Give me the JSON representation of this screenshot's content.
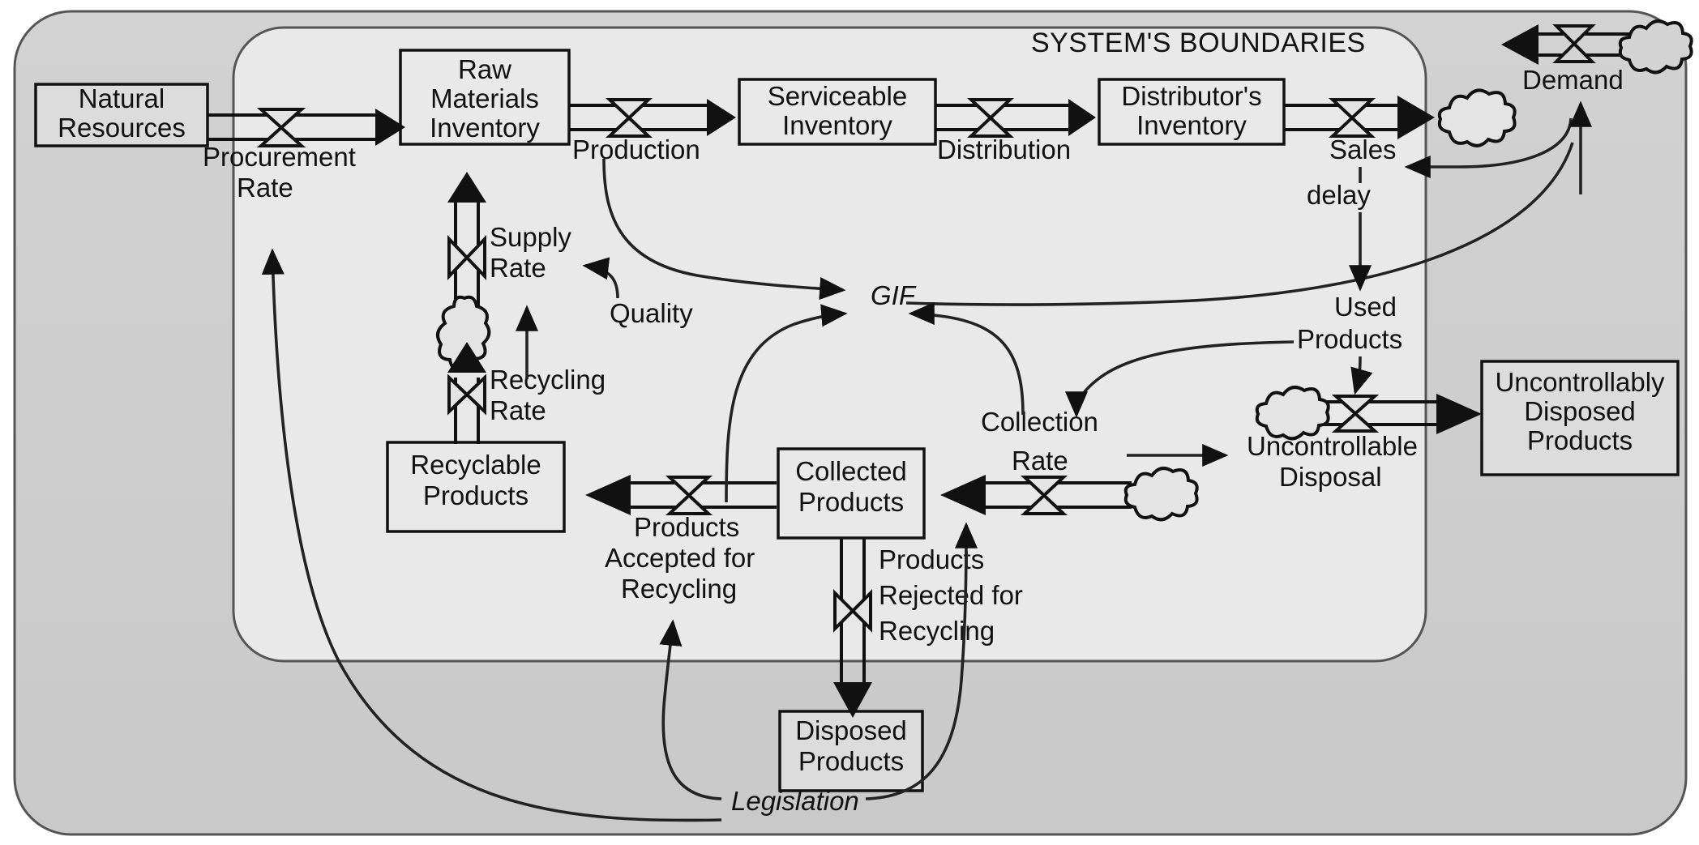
{
  "diagram": {
    "title": "SYSTEM'S BOUNDARIES",
    "type": "system-dynamics-stock-flow",
    "outer_region_fill": "#cccccc",
    "inner_region_fill": "#e8e8e8",
    "stroke": "#1a1a1a",
    "stocks": [
      {
        "id": "natural-resources",
        "label_line1": "Natural",
        "label_line2": "Resources"
      },
      {
        "id": "raw-materials-inventory",
        "label_line1": "Raw",
        "label_line2": "Materials",
        "label_line3": "Inventory"
      },
      {
        "id": "serviceable-inventory",
        "label_line1": "Serviceable",
        "label_line2": "Inventory"
      },
      {
        "id": "distributors-inventory",
        "label_line1": "Distributor's",
        "label_line2": "Inventory"
      },
      {
        "id": "uncontrollably-disposed-products",
        "label_line1": "Uncontrollably",
        "label_line2": "Disposed",
        "label_line3": "Products"
      },
      {
        "id": "recyclable-products",
        "label_line1": "Recyclable",
        "label_line2": "Products"
      },
      {
        "id": "collected-products",
        "label_line1": "Collected",
        "label_line2": "Products"
      },
      {
        "id": "disposed-products",
        "label_line1": "Disposed",
        "label_line2": "Products"
      }
    ],
    "flows": [
      {
        "id": "procurement-rate",
        "label_line1": "Procurement",
        "label_line2": "Rate"
      },
      {
        "id": "production",
        "label_line1": "Production"
      },
      {
        "id": "distribution",
        "label_line1": "Distribution"
      },
      {
        "id": "sales",
        "label_line1": "Sales"
      },
      {
        "id": "demand",
        "label_line1": "Demand"
      },
      {
        "id": "supply-rate",
        "label_line1": "Supply",
        "label_line2": "Rate"
      },
      {
        "id": "recycling-rate",
        "label_line1": "Recycling",
        "label_line2": "Rate"
      },
      {
        "id": "products-accepted-for-recycling",
        "label_line1": "Products",
        "label_line2": "Accepted for",
        "label_line3": "Recycling"
      },
      {
        "id": "products-rejected-for-recycling",
        "label_line1": "Products",
        "label_line2": "Rejected for",
        "label_line3": "Recycling"
      },
      {
        "id": "collection-rate",
        "label_line1": "Collection",
        "label_line2": "Rate"
      },
      {
        "id": "uncontrollable-disposal",
        "label_line1": "Uncontrollable",
        "label_line2": "Disposal"
      }
    ],
    "auxiliaries": [
      {
        "id": "gif",
        "label": "GIF",
        "italic": true
      },
      {
        "id": "quality",
        "label": "Quality",
        "italic": false
      },
      {
        "id": "used-products",
        "label_line1": "Used",
        "label_line2": "Products"
      },
      {
        "id": "legislation",
        "label": "Legislation",
        "italic": true
      },
      {
        "id": "delay",
        "label": "delay",
        "italic": false
      }
    ]
  }
}
